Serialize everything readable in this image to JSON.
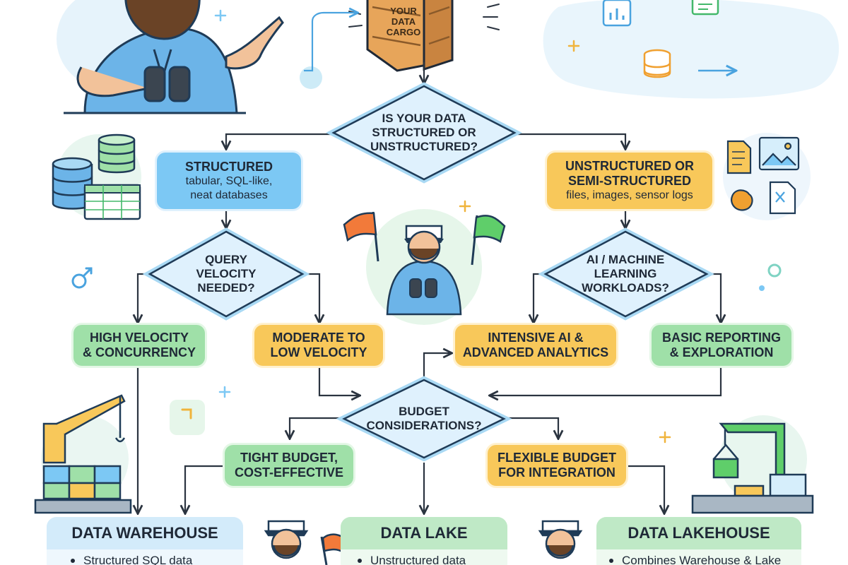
{
  "crate": {
    "line1": "YOUR",
    "line2": "DATA",
    "line3": "CARGO"
  },
  "decisions": {
    "structure": {
      "line1": "IS YOUR DATA",
      "line2": "STRUCTURED OR",
      "line3": "UNSTRUCTURED?"
    },
    "velocity": {
      "line1": "QUERY",
      "line2": "VELOCITY",
      "line3": "NEEDED?"
    },
    "ai": {
      "line1": "AI / MACHINE",
      "line2": "LEARNING",
      "line3": "WORKLOADS?"
    },
    "budget": {
      "line1": "BUDGET",
      "line2": "CONSIDERATIONS?"
    }
  },
  "nodes": {
    "structured": {
      "title": "STRUCTURED",
      "sub1": "tabular, SQL-like,",
      "sub2": "neat databases"
    },
    "unstructured": {
      "title1": "UNSTRUCTURED OR",
      "title2": "SEMI-STRUCTURED",
      "sub": "files, images, sensor logs"
    },
    "high_velocity": {
      "line1": "HIGH VELOCITY",
      "line2": "& CONCURRENCY"
    },
    "moderate_velocity": {
      "line1": "MODERATE TO",
      "line2": "LOW VELOCITY"
    },
    "intensive_ai": {
      "line1": "INTENSIVE AI &",
      "line2": "ADVANCED ANALYTICS"
    },
    "basic_reporting": {
      "line1": "BASIC REPORTING",
      "line2": "& EXPLORATION"
    },
    "tight_budget": {
      "line1": "TIGHT BUDGET,",
      "line2": "COST-EFFECTIVE"
    },
    "flexible_budget": {
      "line1": "FLEXIBLE BUDGET",
      "line2": "FOR INTEGRATION"
    }
  },
  "results": {
    "warehouse": {
      "title": "DATA WAREHOUSE",
      "bullet": "Structured SQL data"
    },
    "lake": {
      "title": "DATA LAKE",
      "bullet": "Unstructured data"
    },
    "lakehouse": {
      "title": "DATA LAKEHOUSE",
      "bullet": "Combines Warehouse & Lake"
    }
  },
  "colors": {
    "blue": "#7cc8f4",
    "orange": "#f8c85a",
    "green": "#9fe0a8",
    "diamond_fill": "#dff1fd",
    "diamond_stroke": "#1f3b57",
    "connector": "#2b3440"
  }
}
